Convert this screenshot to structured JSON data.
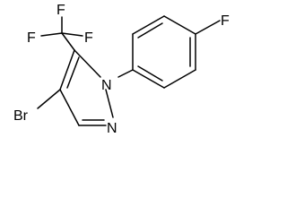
{
  "molecule": {
    "atoms": {
      "fluorine_top": "F",
      "fluorine_left": "F",
      "fluorine_right": "F",
      "fluorine_aryl": "F",
      "bromine": "Br",
      "nitrogen_1": "N",
      "nitrogen_2": "N"
    },
    "colors": {
      "ink": "#000000",
      "background": "#ffffff"
    }
  }
}
